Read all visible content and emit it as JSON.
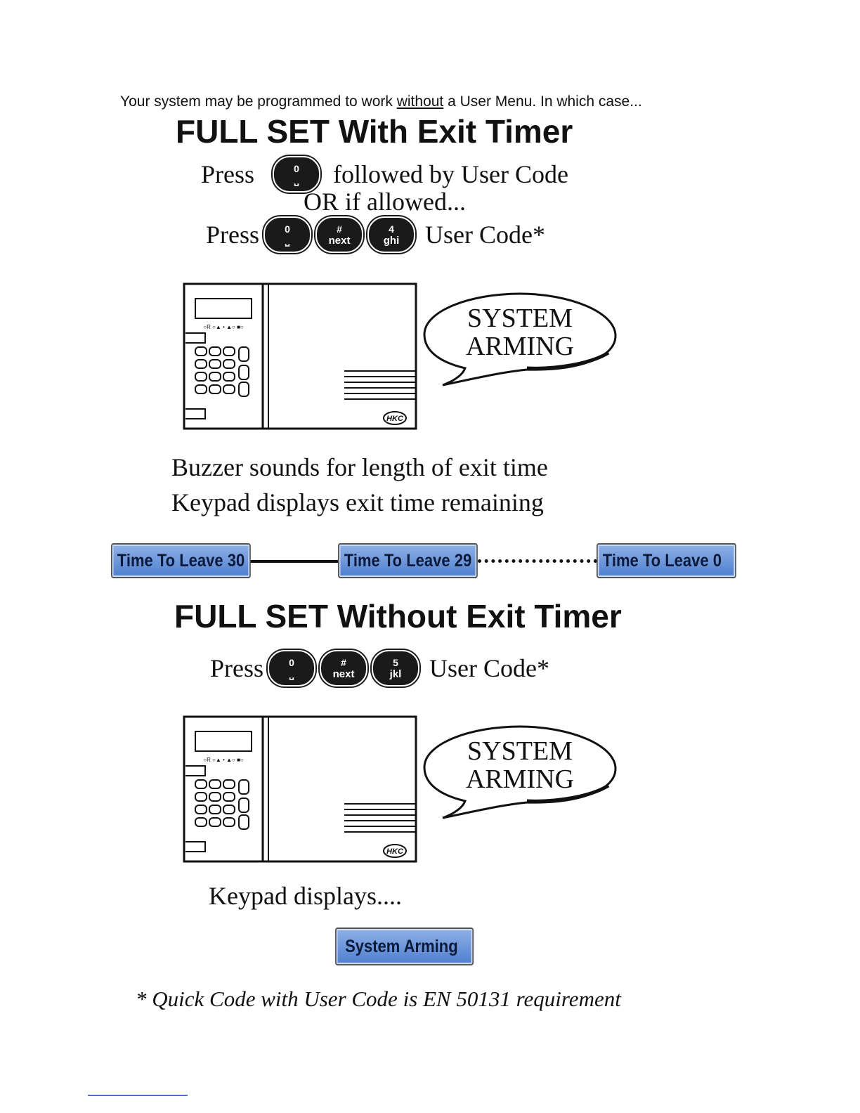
{
  "intro": {
    "before": "Your system may be programmed to work ",
    "underlined": "without",
    "after": " a User Menu. In which case..."
  },
  "section1": {
    "title": "FULL SET With Exit Timer",
    "press_label": "Press",
    "followed_text": "followed by User Code",
    "or_text": "OR if allowed...",
    "press2_label": "Press",
    "user_code_text": "User Code*",
    "key_single": {
      "top": "0",
      "bottom": "⎵"
    },
    "keys": [
      {
        "top": "0",
        "bottom": "⎵"
      },
      {
        "top": "#",
        "bottom": "next"
      },
      {
        "top": "4",
        "bottom": "ghi"
      }
    ],
    "speech": {
      "line1": "SYSTEM",
      "line2": "ARMING"
    },
    "panel_logo": "HKC",
    "desc1": "Buzzer sounds for length of exit time",
    "desc2": "Keypad displays exit time remaining",
    "displays": [
      "Time To Leave 30",
      "Time To Leave 29",
      "Time To Leave  0"
    ]
  },
  "section2": {
    "title": "FULL SET Without Exit Timer",
    "press_label": "Press",
    "user_code_text": "User Code*",
    "keys": [
      {
        "top": "0",
        "bottom": "⎵"
      },
      {
        "top": "#",
        "bottom": "next"
      },
      {
        "top": "5",
        "bottom": "jkl"
      }
    ],
    "speech": {
      "line1": "SYSTEM",
      "line2": "ARMING"
    },
    "panel_logo": "HKC",
    "desc": "Keypad displays....",
    "display": "System Arming"
  },
  "footnote": "* Quick Code with User Code is EN 50131 requirement",
  "colors": {
    "lcd_top": "#8fb1e6",
    "lcd_bottom": "#4f7fcf",
    "key": "#1a1a1a"
  }
}
